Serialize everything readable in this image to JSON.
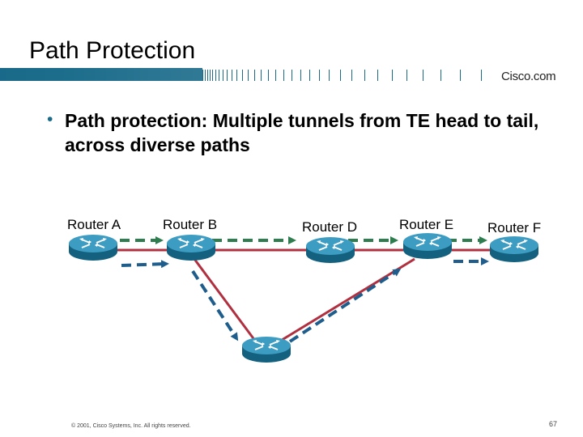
{
  "slide": {
    "title": "Path Protection",
    "logo_text": "Cisco.com",
    "bullet": "Path protection:  Multiple tunnels from TE head to tail, across diverse paths",
    "footer": "© 2001, Cisco Systems, Inc. All rights reserved.",
    "page_number": "67"
  },
  "routers": [
    {
      "id": "A",
      "label": "Router A"
    },
    {
      "id": "B",
      "label": "Router B"
    },
    {
      "id": "D",
      "label": "Router D"
    },
    {
      "id": "E",
      "label": "Router E"
    },
    {
      "id": "F",
      "label": "Router F"
    },
    {
      "id": "C",
      "label": ""
    }
  ],
  "colors": {
    "link": "#b03040",
    "tunnel_primary": "#2e7d4f",
    "tunnel_backup": "#1f5e8c",
    "router": "#1c7fa6",
    "header_band": "#1a6a8a"
  }
}
